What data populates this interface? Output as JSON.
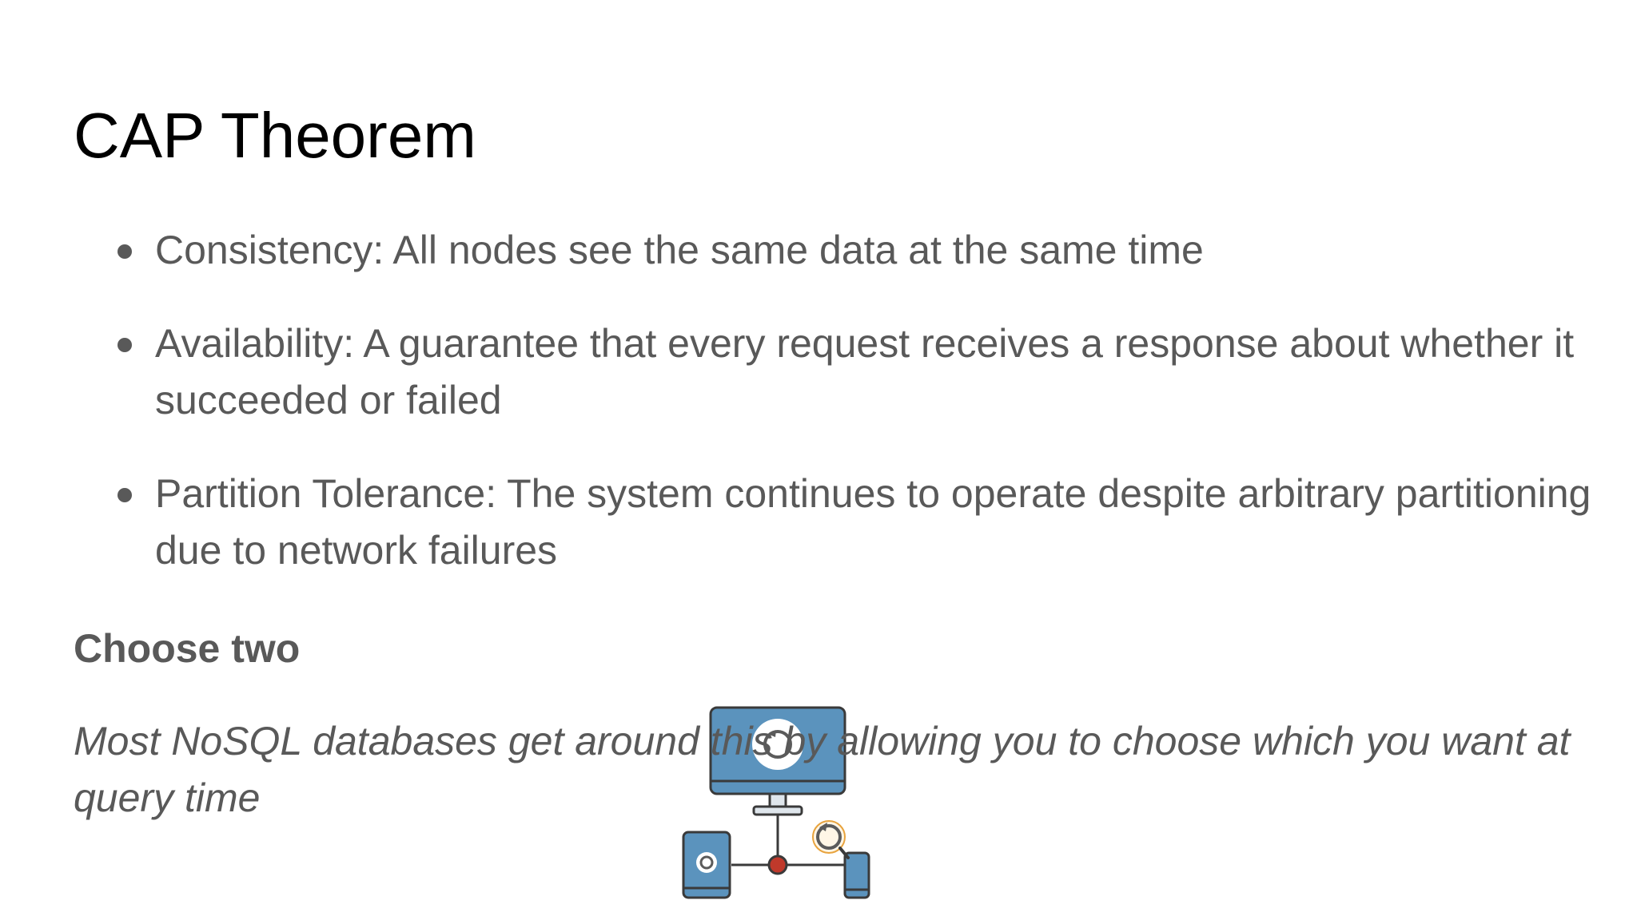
{
  "slide": {
    "title": "CAP Theorem",
    "bullets": [
      {
        "text": "Consistency: All nodes see the same data at the same time"
      },
      {
        "text": "Availability: A guarantee that every request receives a response about whether it succeeded or failed"
      },
      {
        "text": "Partition Tolerance: The system continues to operate despite arbitrary partitioning due to network failures"
      }
    ],
    "emphasis": "Choose two",
    "note": "Most NoSQL databases get around this by allowing you to choose which you want at query time"
  },
  "illustration": {
    "icon": "network-sync-illustration",
    "colors": {
      "screen": "#5b93bd",
      "outline": "#3a3a3a",
      "node": "#c0392b",
      "accent": "#e8a33d"
    }
  }
}
